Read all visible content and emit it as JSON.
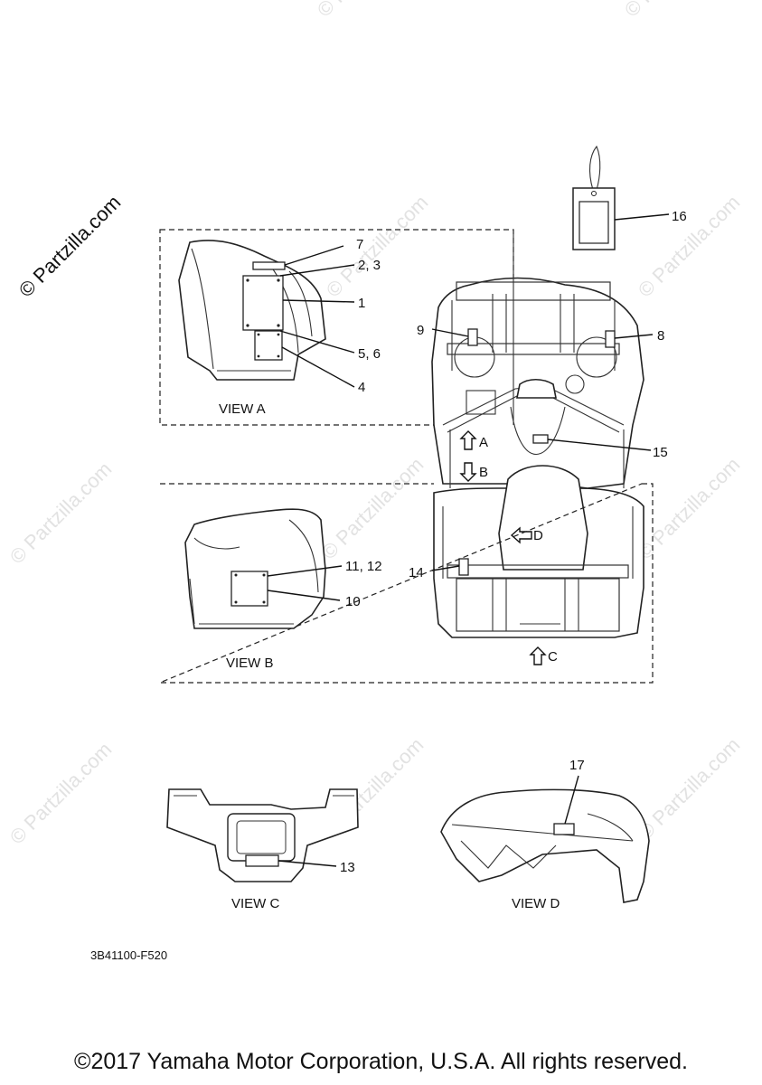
{
  "watermark": {
    "brand": "© Partzilla.com",
    "repeat_text": "© Partzilla.com"
  },
  "callouts": [
    "1",
    "2, 3",
    "4",
    "5, 6",
    "7",
    "8",
    "9",
    "10",
    "11, 12",
    "13",
    "14",
    "15",
    "16",
    "17"
  ],
  "view_labels": {
    "view_a": "VIEW A",
    "view_b": "VIEW B",
    "view_c": "VIEW C",
    "view_d": "VIEW D"
  },
  "arrow_labels": {
    "a": "A",
    "b": "B",
    "c": "C",
    "d": "D"
  },
  "diagram_code": "3B41100-F520",
  "copyright": "©2017 Yamaha Motor Corporation, U.S.A. All rights reserved."
}
